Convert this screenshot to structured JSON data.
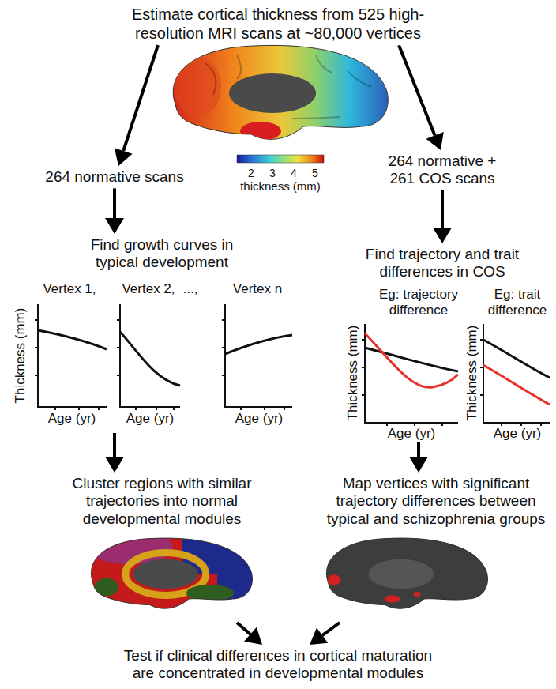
{
  "diagram": {
    "nodes": [
      {
        "text": [
          "Estimate cortical thickness from 525 high-resolution MRI scans at ~80,000 vertices"
        ]
      },
      {
        "text": [
          "264 normative scans"
        ]
      },
      {
        "text": [
          "264 normative + 261 COS scans"
        ]
      },
      {
        "text": [
          "Find growth curves in typical development"
        ]
      },
      {
        "text": [
          "Find trajectory and trait differences in COS"
        ]
      },
      {
        "text": [
          "Cluster regions with similar trajectories into normal developmental modules"
        ]
      },
      {
        "text": [
          "Map vertices with significant trajectory differences between typical and schizophrenia groups"
        ]
      },
      {
        "text": [
          "Test if clinical differences in cortical maturation are concentrated in developmental modules"
        ]
      }
    ],
    "edges": [
      {
        "from": 0,
        "to": 1,
        "arrow": "to"
      },
      {
        "from": 0,
        "to": 2,
        "arrow": "to"
      },
      {
        "from": 1,
        "to": 3,
        "arrow": "to"
      },
      {
        "from": 2,
        "to": 4,
        "arrow": "to"
      },
      {
        "from": 3,
        "to": 5,
        "arrow": "to"
      },
      {
        "from": 4,
        "to": 6,
        "arrow": "to"
      },
      {
        "from": 5,
        "to": 7,
        "arrow": "to"
      },
      {
        "from": 6,
        "to": 7,
        "arrow": "to"
      }
    ],
    "labels": [
      "2",
      "3",
      "4",
      "5",
      "thickness (mm)",
      "Vertex 1,",
      "Vertex 2,",
      "...,",
      "Vertex n",
      "Thickness (mm)",
      "Age (yr)",
      "Age (yr)",
      "Age (yr)",
      "Eg: trajectory difference",
      "Eg: trait difference",
      "Thickness (mm)",
      "Age (yr)",
      "Thickness (mm)",
      "Age (yr)"
    ]
  }
}
